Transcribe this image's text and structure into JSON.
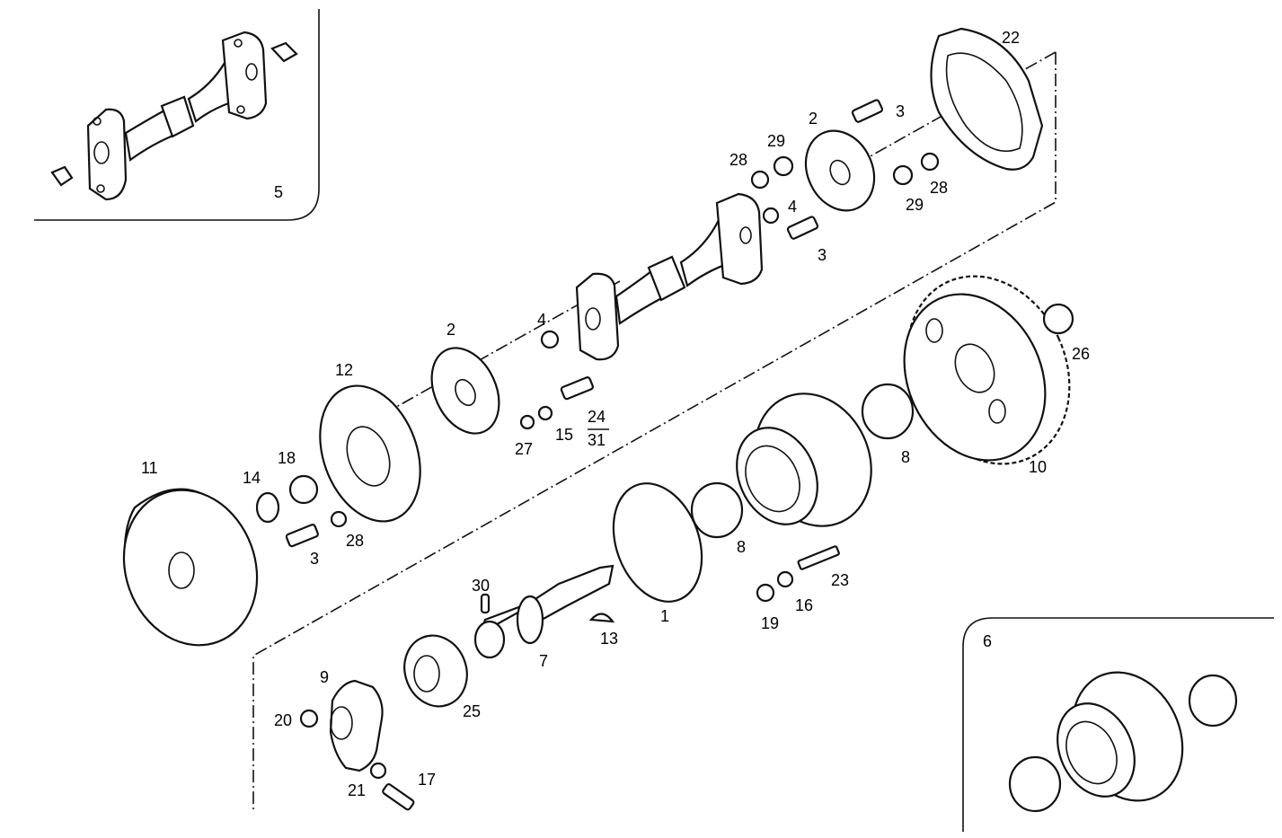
{
  "labels": {
    "l1": "1",
    "l2a": "2",
    "l2b": "2",
    "l3a": "3",
    "l3b": "3",
    "l3c": "3",
    "l4a": "4",
    "l4b": "4",
    "l5": "5",
    "l6": "6",
    "l7": "7",
    "l8a": "8",
    "l8b": "8",
    "l9": "9",
    "l10": "10",
    "l11": "11",
    "l12": "12",
    "l13": "13",
    "l14": "14",
    "l15": "15",
    "l16": "16",
    "l17": "17",
    "l18": "18",
    "l19": "19",
    "l20": "20",
    "l21": "21",
    "l22": "22",
    "l23": "23",
    "l24": "24",
    "l25": "25",
    "l26": "26",
    "l27": "27",
    "l28a": "28",
    "l28b": "28",
    "l28c": "28",
    "l29a": "29",
    "l29b": "29",
    "l30": "30",
    "l31": "31"
  }
}
